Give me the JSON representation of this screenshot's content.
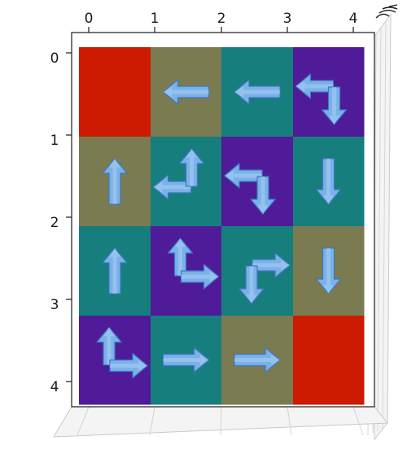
{
  "x_ticks": [
    "0",
    "1",
    "2",
    "3",
    "4"
  ],
  "y_ticks": [
    "0",
    "1",
    "2",
    "3",
    "4"
  ],
  "colors": {
    "red": "#cc1b00",
    "olive": "#7a7b50",
    "teal": "#177e7e",
    "purple": "#4f1b99",
    "arrow": "#7ab1e8",
    "arrow_edge": "#3f78c2"
  },
  "grid": {
    "rows": 4,
    "cols": 4,
    "cells": [
      [
        {
          "color": "red",
          "arrows": []
        },
        {
          "color": "olive",
          "arrows": [
            "left"
          ]
        },
        {
          "color": "teal",
          "arrows": [
            "left"
          ]
        },
        {
          "color": "purple",
          "arrows": [
            "left",
            "down"
          ]
        }
      ],
      [
        {
          "color": "olive",
          "arrows": [
            "up"
          ]
        },
        {
          "color": "teal",
          "arrows": [
            "left",
            "up"
          ]
        },
        {
          "color": "purple",
          "arrows": [
            "left",
            "down"
          ]
        },
        {
          "color": "teal",
          "arrows": [
            "down"
          ]
        }
      ],
      [
        {
          "color": "teal",
          "arrows": [
            "up"
          ]
        },
        {
          "color": "purple",
          "arrows": [
            "up",
            "right"
          ]
        },
        {
          "color": "teal",
          "arrows": [
            "right",
            "down"
          ]
        },
        {
          "color": "olive",
          "arrows": [
            "down"
          ]
        }
      ],
      [
        {
          "color": "purple",
          "arrows": [
            "up",
            "right"
          ]
        },
        {
          "color": "teal",
          "arrows": [
            "right"
          ]
        },
        {
          "color": "olive",
          "arrows": [
            "right"
          ]
        },
        {
          "color": "red",
          "arrows": []
        }
      ]
    ]
  }
}
